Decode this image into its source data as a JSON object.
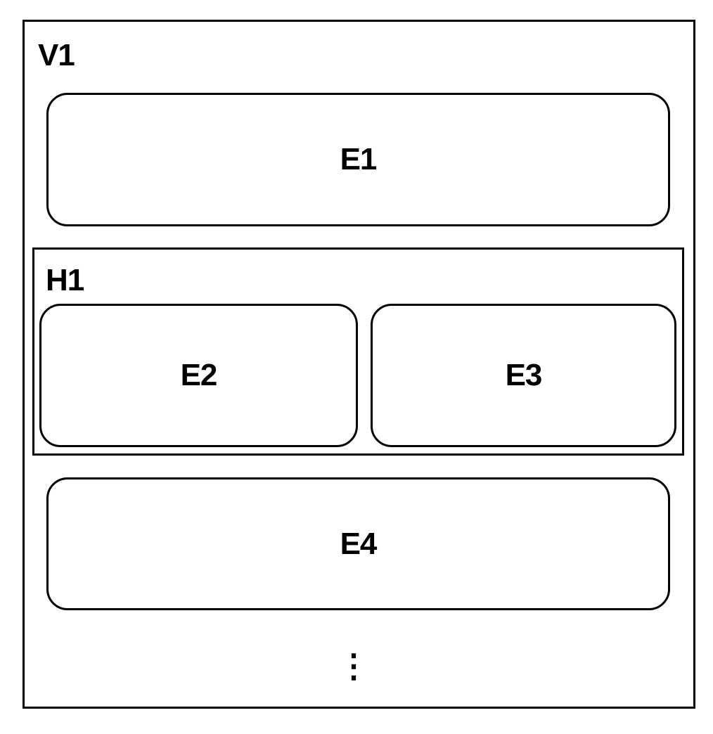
{
  "containers": {
    "v1": {
      "label": "V1"
    },
    "h1": {
      "label": "H1"
    }
  },
  "elements": {
    "e1": {
      "label": "E1"
    },
    "e2": {
      "label": "E2"
    },
    "e3": {
      "label": "E3"
    },
    "e4": {
      "label": "E4"
    }
  },
  "more_indicator": "⋮",
  "colors": {
    "stroke": "#000000",
    "fill": "#ffffff"
  }
}
